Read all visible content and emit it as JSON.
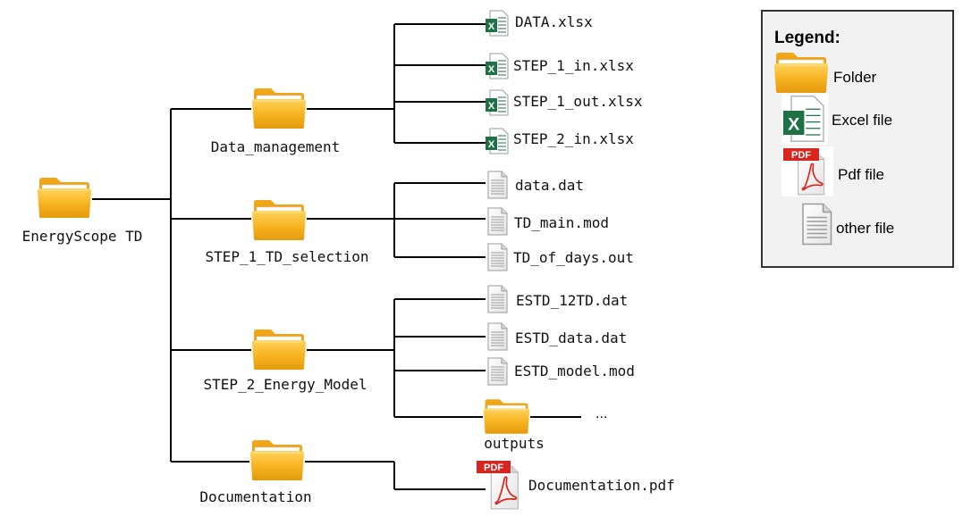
{
  "root": {
    "label": "EnergyScope TD"
  },
  "folders": [
    {
      "label": "Data_management",
      "children": [
        {
          "label": "DATA.xlsx",
          "type": "excel"
        },
        {
          "label": "STEP_1_in.xlsx",
          "type": "excel"
        },
        {
          "label": "STEP_1_out.xlsx",
          "type": "excel"
        },
        {
          "label": "STEP_2_in.xlsx",
          "type": "excel"
        }
      ]
    },
    {
      "label": "STEP_1_TD_selection",
      "children": [
        {
          "label": "data.dat",
          "type": "other"
        },
        {
          "label": "TD_main.mod",
          "type": "other"
        },
        {
          "label": "TD_of_days.out",
          "type": "other"
        }
      ]
    },
    {
      "label": "STEP_2_Energy_Model",
      "children": [
        {
          "label": "ESTD_12TD.dat",
          "type": "other"
        },
        {
          "label": "ESTD_data.dat",
          "type": "other"
        },
        {
          "label": "ESTD_model.mod",
          "type": "other"
        },
        {
          "label": "outputs",
          "type": "folder",
          "continuation": "..."
        }
      ]
    },
    {
      "label": "Documentation",
      "children": [
        {
          "label": "Documentation.pdf",
          "type": "pdf"
        }
      ]
    }
  ],
  "legend": {
    "title": "Legend:",
    "items": [
      {
        "label": "Folder",
        "icon": "folder-icon"
      },
      {
        "label": "Excel file",
        "icon": "excel-file-icon"
      },
      {
        "label": "Pdf file",
        "icon": "pdf-file-icon"
      },
      {
        "label": "other file",
        "icon": "text-file-icon"
      }
    ]
  },
  "icon_labels": {
    "excel": "X",
    "pdf": "PDF"
  },
  "colors": {
    "folder": "#F7B21E",
    "folder_dark": "#D98E0B",
    "excel": "#1E7145",
    "pdf": "#D7261E",
    "legend_bg": "#F2F2F2",
    "legend_border": "#333333"
  }
}
